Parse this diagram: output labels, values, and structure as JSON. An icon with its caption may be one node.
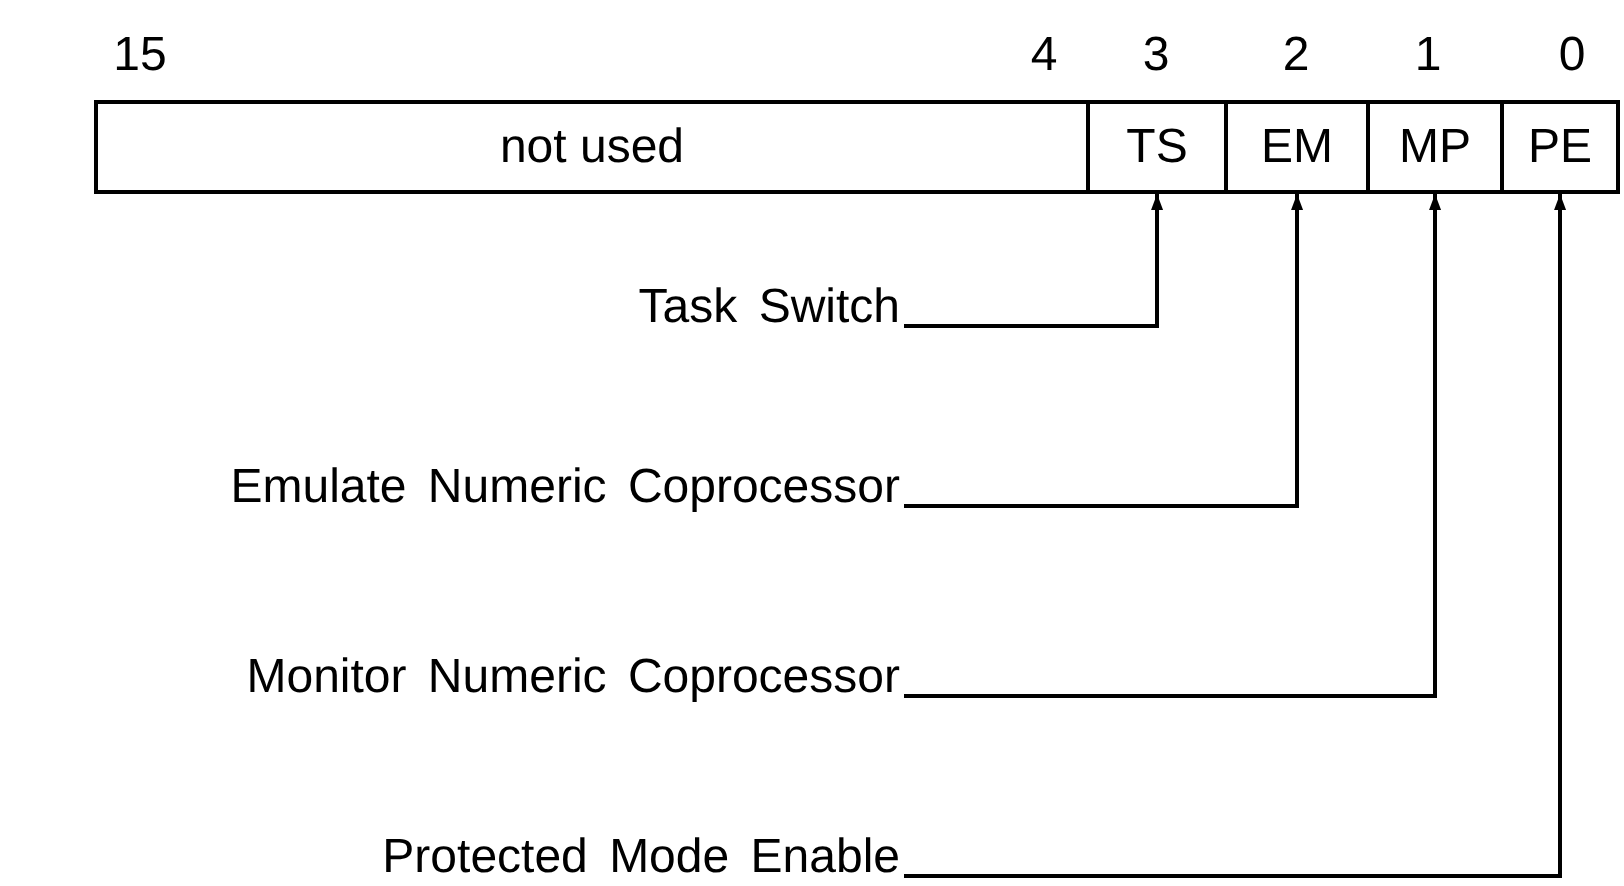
{
  "diagram": {
    "nodes": [
      {
        "text": [
          "not used"
        ]
      },
      {
        "text": [
          "TS"
        ]
      },
      {
        "text": [
          "EM"
        ]
      },
      {
        "text": [
          "MP"
        ]
      },
      {
        "text": [
          "PE"
        ]
      },
      {
        "text": [
          "Task Switch"
        ]
      },
      {
        "text": [
          "Emulate Numeric Coprocessor"
        ]
      },
      {
        "text": [
          "Monitor Numeric Coprocessor"
        ]
      },
      {
        "text": [
          "Protected Mode Enable"
        ]
      }
    ],
    "edges": [
      {
        "from": 5,
        "to": 1,
        "arrow": "to"
      },
      {
        "from": 6,
        "to": 2,
        "arrow": "to"
      },
      {
        "from": 7,
        "to": 3,
        "arrow": "to"
      },
      {
        "from": 8,
        "to": 4,
        "arrow": "to"
      }
    ],
    "labels": [
      "15",
      "4",
      "3",
      "2",
      "1",
      "0"
    ]
  }
}
